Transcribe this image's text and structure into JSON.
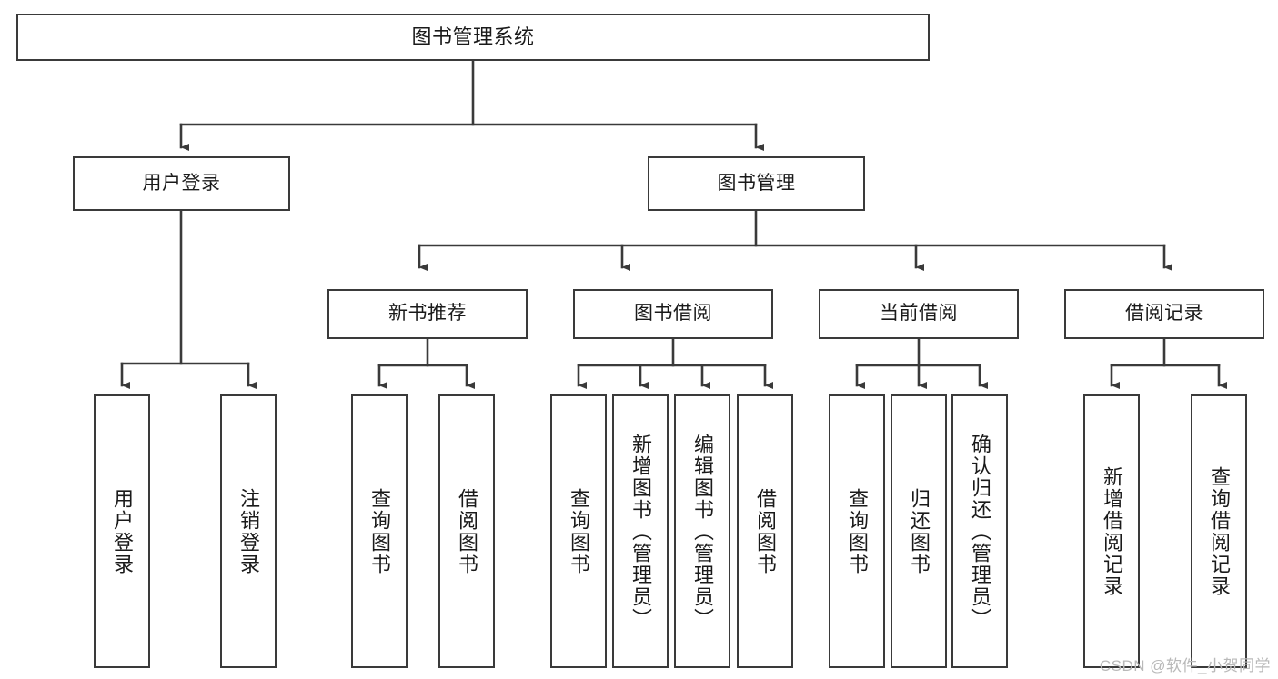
{
  "diagram": {
    "type": "tree-hierarchy-functional-decomposition",
    "root": {
      "id": "root",
      "label": "图书管理系统"
    },
    "level2": [
      {
        "id": "user-login",
        "label": "用户登录"
      },
      {
        "id": "book-manage",
        "label": "图书管理"
      }
    ],
    "level3": [
      {
        "id": "new-book-recommend",
        "label": "新书推荐"
      },
      {
        "id": "book-borrow",
        "label": "图书借阅"
      },
      {
        "id": "current-borrow",
        "label": "当前借阅"
      },
      {
        "id": "borrow-record",
        "label": "借阅记录"
      }
    ],
    "leaves": [
      {
        "id": "leaf-user-login",
        "label": "用户登录",
        "parent": "user-login"
      },
      {
        "id": "leaf-user-logout",
        "label": "注销登录",
        "parent": "user-login"
      },
      {
        "id": "leaf-query-book-1",
        "label": "查询图书",
        "parent": "new-book-recommend"
      },
      {
        "id": "leaf-borrow-book-1",
        "label": "借阅图书",
        "parent": "new-book-recommend"
      },
      {
        "id": "leaf-query-book-2",
        "label": "查询图书",
        "parent": "book-borrow"
      },
      {
        "id": "leaf-add-book",
        "label": "新增图书（管理员）",
        "parent": "book-borrow"
      },
      {
        "id": "leaf-edit-book",
        "label": "编辑图书（管理员）",
        "parent": "book-borrow"
      },
      {
        "id": "leaf-borrow-book-2",
        "label": "借阅图书",
        "parent": "book-borrow"
      },
      {
        "id": "leaf-query-book-3",
        "label": "查询图书",
        "parent": "current-borrow"
      },
      {
        "id": "leaf-return-book",
        "label": "归还图书",
        "parent": "current-borrow"
      },
      {
        "id": "leaf-confirm-return",
        "label": "确认归还（管理员）",
        "parent": "current-borrow"
      },
      {
        "id": "leaf-add-record",
        "label": "新增借阅记录",
        "parent": "borrow-record"
      },
      {
        "id": "leaf-query-record",
        "label": "查询借阅记录",
        "parent": "borrow-record"
      }
    ],
    "colors": {
      "stroke": "#3a3a3a",
      "background": "#ffffff",
      "text": "#1a1a1a",
      "watermark": "#b9b9b9"
    }
  },
  "watermark": {
    "text": "CSDN @软件_小贺同学"
  }
}
